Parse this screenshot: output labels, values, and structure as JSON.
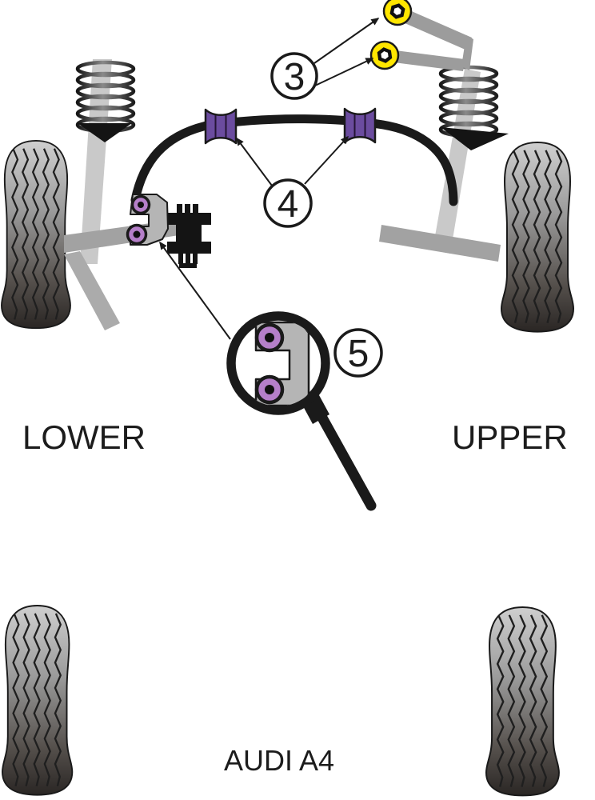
{
  "labels": {
    "left": "LOWER",
    "right": "UPPER",
    "model": "AUDI A4"
  },
  "callouts": [
    {
      "number": "3"
    },
    {
      "number": "4"
    },
    {
      "number": "5"
    }
  ],
  "colors": {
    "background": "#ffffff",
    "outline": "#1a1a1a",
    "anti_roll_bar": "#1a1a1a",
    "bushing_purple": "#6b4c9f",
    "bushing_purple_light": "#b57fc9",
    "bushing_yellow": "#ffe600",
    "metal_gray": "#9e9e9e",
    "strut_gray": "#c9c9c9",
    "bracket_gray": "#b5b5b5",
    "tire_top": "#cfcfcf",
    "tire_bottom": "#2a2624",
    "text": "#1c1c1c"
  }
}
